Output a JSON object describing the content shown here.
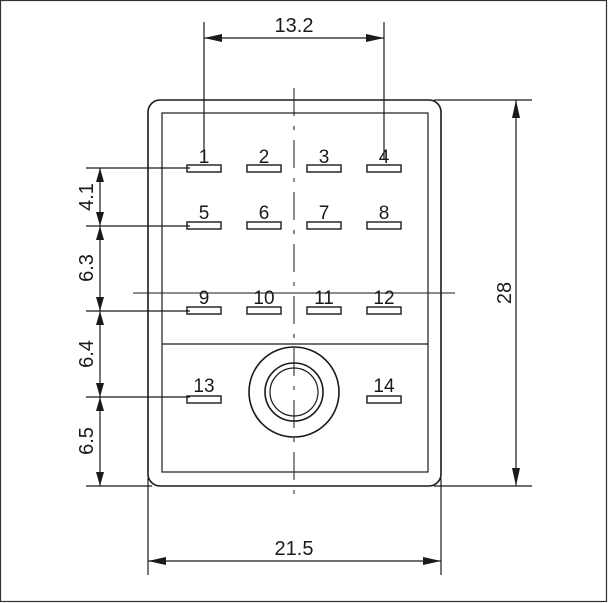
{
  "diagram": {
    "dimensions": {
      "pin_pitch_top": "13.2",
      "height": "28",
      "width": "21.5",
      "row_gap_1": "4.1",
      "row_gap_2": "6.3",
      "row_gap_3": "6.4",
      "row_gap_4": "6.5"
    },
    "pins": [
      "1",
      "2",
      "3",
      "4",
      "5",
      "6",
      "7",
      "8",
      "9",
      "10",
      "11",
      "12",
      "13",
      "14"
    ]
  }
}
